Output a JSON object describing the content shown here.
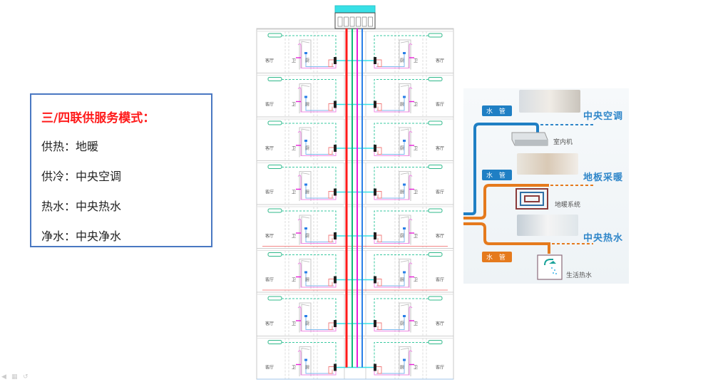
{
  "service_box": {
    "title": "三/四联供服务模式：",
    "rows": [
      {
        "label": "供热：",
        "value": "地暖"
      },
      {
        "label": "供冷：",
        "value": "中央空调"
      },
      {
        "label": "热水：",
        "value": "中央热水"
      },
      {
        "label": "净水：",
        "value": "中央净水"
      }
    ]
  },
  "building": {
    "floors": 8,
    "room_labels": {
      "living": "客厅",
      "bath": "卫",
      "kitchen": "厨"
    },
    "riser_colors": [
      "#ff1a1a",
      "#10b97a",
      "#e81ed8",
      "#2a7fe8"
    ],
    "header_color": "#38e0e6"
  },
  "legend": {
    "pipe_tag": "水 管",
    "items": [
      {
        "title": "中央空调",
        "caption": "室内机",
        "color": "#2f86c9"
      },
      {
        "title": "地板采暖",
        "caption": "地暖系统",
        "color": "#2f86c9"
      },
      {
        "title": "中央热水",
        "caption": "生活热水",
        "color": "#2f86c9"
      }
    ],
    "blue_pipe_color": "#1f7fc4",
    "orange_pipe_color": "#e57a1d"
  },
  "slideshow_controls": [
    "◀",
    "▦",
    "↺"
  ]
}
